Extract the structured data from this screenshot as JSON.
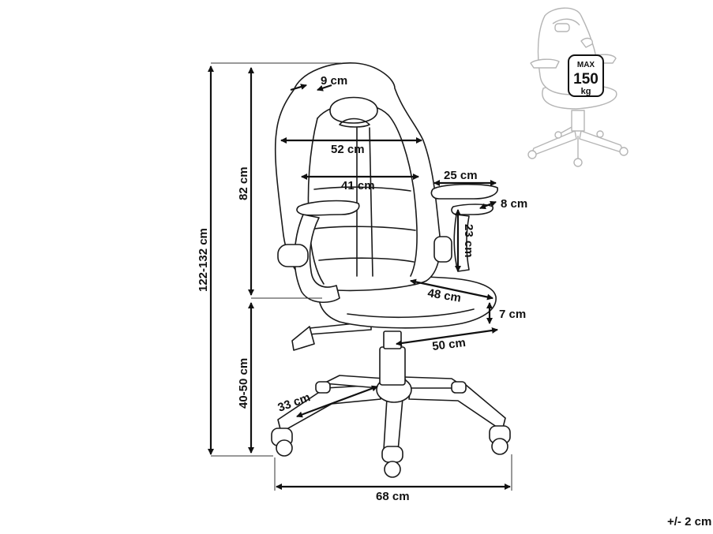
{
  "dimensions": {
    "total_height": "122-132 cm",
    "backrest_height": "82 cm",
    "seat_height": "40-50 cm",
    "headrest_gap": "9 cm",
    "back_width_upper": "52 cm",
    "back_width_lower": "41 cm",
    "armrest_length": "25 cm",
    "armrest_width": "8 cm",
    "armrest_height": "23 cm",
    "seat_depth": "48 cm",
    "seat_thickness": "7 cm",
    "seat_width": "50 cm",
    "leg_length": "33 cm",
    "base_width": "68 cm"
  },
  "badge": {
    "line1": "MAX",
    "line2": "150",
    "line3": "kg"
  },
  "tolerance_note": "+/- 2 cm"
}
